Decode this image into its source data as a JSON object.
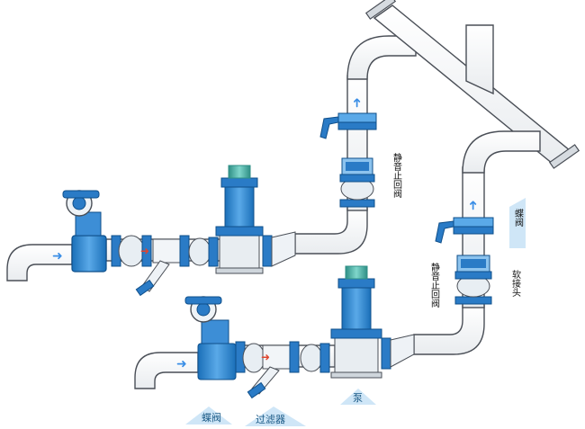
{
  "labels": {
    "check_valve": "静音止回阀",
    "butterfly_valve": "蝶阀",
    "soft_joint": "软接头",
    "filter": "过滤器",
    "pump": "泵"
  },
  "colors": {
    "pipe_fill": "#ffffff",
    "pipe_stroke": "#4a4f57",
    "component_blue": "#1f7fd0",
    "component_light": "#8cc3ee",
    "motor_teal": "#4fb6a9",
    "flow_arrow": "#3a8ee6",
    "flow_arrow_red": "#e0452e",
    "label_bg": "#cfe6f7"
  },
  "icons": {
    "flow_arrow": "arrow-up / arrow-right glyph",
    "pump": "vertical-inline-pump-icon",
    "valve": "butterfly-valve-icon",
    "filter": "y-strainer-icon",
    "joint": "rubber-soft-joint-icon"
  }
}
